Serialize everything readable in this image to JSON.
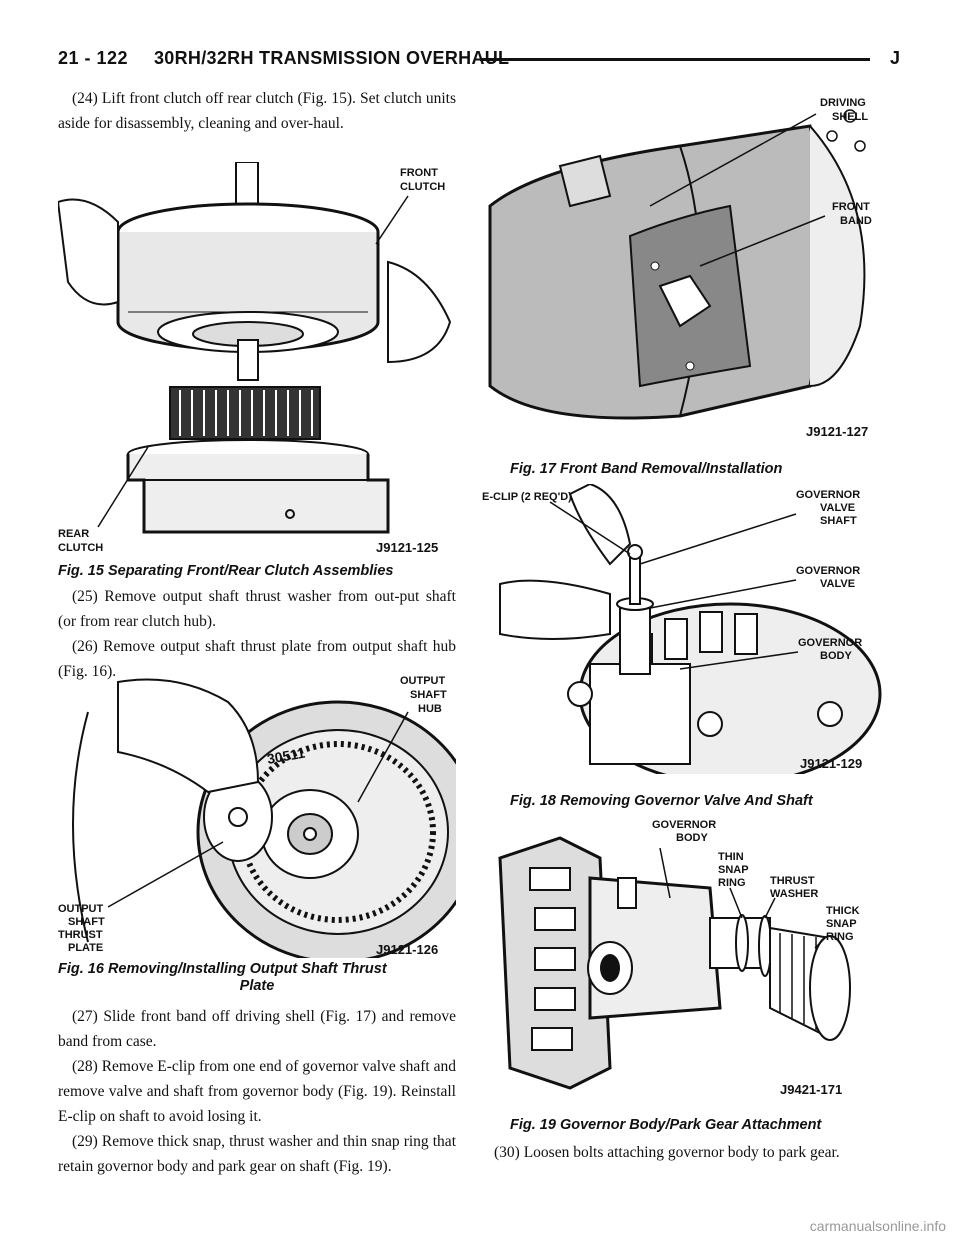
{
  "header": {
    "page_number": "21 - 122",
    "section_title": "30RH/32RH TRANSMISSION OVERHAUL",
    "marker": "J"
  },
  "left_column": {
    "step24": "(24) Lift front clutch off rear clutch (Fig. 15). Set clutch units aside for disassembly, cleaning and over-haul.",
    "fig15": {
      "callout_front": "FRONT CLUTCH",
      "callout_rear": "REAR CLUTCH",
      "code": "J9121-125",
      "caption": "Fig. 15 Separating Front/Rear Clutch Assemblies"
    },
    "step25": "(25) Remove output shaft thrust washer from out-put shaft (or from rear clutch hub).",
    "step26": "(26) Remove output shaft thrust plate from output shaft hub (Fig. 16).",
    "fig16": {
      "callout_hub": "OUTPUT SHAFT HUB",
      "callout_plate": "OUTPUT SHAFT THRUST PLATE",
      "part_number": "30511",
      "code": "J9121-126",
      "caption_line1": "Fig. 16 Removing/Installing Output Shaft Thrust",
      "caption_line2": "Plate"
    },
    "step27": "(27) Slide front band off driving shell (Fig. 17) and remove band from case.",
    "step28": "(28) Remove E-clip from one end of governor valve shaft and remove valve and shaft from governor body (Fig. 19). Reinstall E-clip on shaft to avoid losing it.",
    "step29": "(29) Remove thick snap, thrust washer and thin snap ring that retain governor body and park gear on shaft (Fig. 19)."
  },
  "right_column": {
    "fig17": {
      "callout_shell": "DRIVING SHELL",
      "callout_band": "FRONT BAND",
      "code": "J9121-127",
      "caption": "Fig. 17 Front Band Removal/Installation"
    },
    "fig18": {
      "callout_eclip": "E-CLIP (2 REQ'D)",
      "callout_shaft": "GOVERNOR VALVE SHAFT",
      "callout_valve": "GOVERNOR VALVE",
      "callout_body": "GOVERNOR BODY",
      "code": "J9121-129",
      "caption": "Fig. 18 Removing Governor Valve And Shaft"
    },
    "fig19": {
      "callout_body": "GOVERNOR BODY",
      "callout_thin": "THIN SNAP RING",
      "callout_washer": "THRUST WASHER",
      "callout_thick": "THICK SNAP RING",
      "code": "J9421-171",
      "caption": "Fig. 19 Governor Body/Park Gear Attachment"
    },
    "step30": "(30) Loosen bolts attaching governor body to park gear."
  },
  "watermark": "carmanualsonline.info"
}
